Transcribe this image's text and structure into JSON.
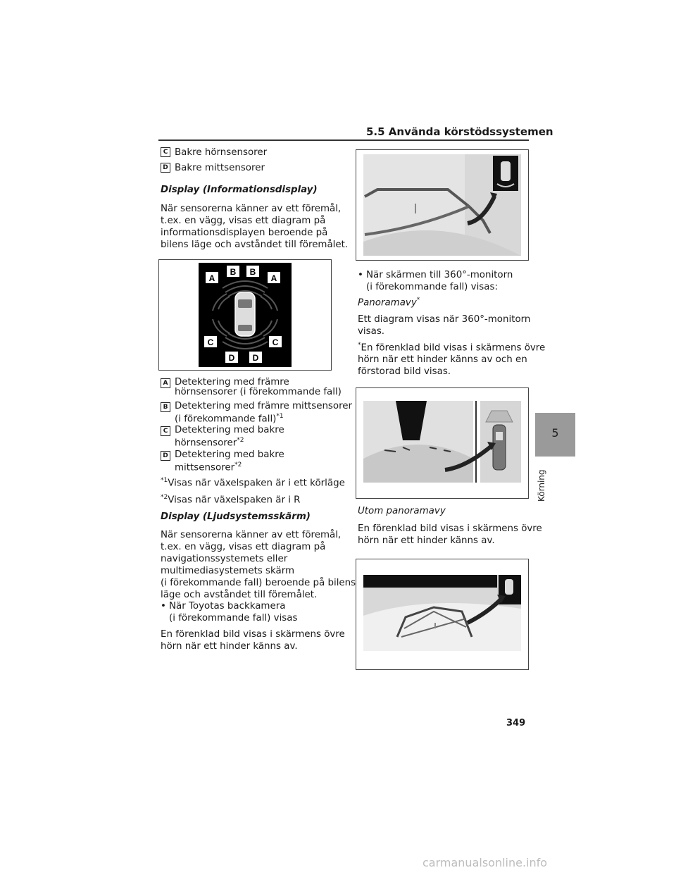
{
  "header": {
    "section": "5.5 Använda körstödssystemen"
  },
  "left": {
    "c_label": "C",
    "c_text": "Bakre hörnsensorer",
    "d_label": "D",
    "d_text": "Bakre mittsensorer",
    "h1": "Display (Informationsdisplay)",
    "p1": [
      "När sensorerna känner av ett föremål,",
      "t.ex. en vägg, visas ett diagram på",
      "informationsdisplayen beroende på",
      "bilens läge och avståndet till föremålet."
    ],
    "fig1_labels": {
      "a": "A",
      "b": "B",
      "c": "C",
      "d": "D"
    },
    "items": [
      {
        "label": "A",
        "l1": "Detektering med främre",
        "l2": "hörnsensorer (i förekommande fall)",
        "sup": ""
      },
      {
        "label": "B",
        "l1": "Detektering med främre mittsensorer",
        "l2": "(i förekommande fall)",
        "sup": "*1"
      },
      {
        "label": "C",
        "l1": "Detektering med bakre",
        "l2": "hörnsensorer",
        "sup": "*2"
      },
      {
        "label": "D",
        "l1": "Detektering med bakre",
        "l2": "mittsensorer",
        "sup": "*2"
      }
    ],
    "fn1_mark": "*1",
    "fn1": "Visas när växelspaken är i ett körläge",
    "fn2_mark": "*2",
    "fn2": "Visas när växelspaken är i R",
    "h2": "Display (Ljudsystemsskärm)",
    "p2": [
      "När sensorerna känner av ett föremål,",
      "t.ex. en vägg, visas ett diagram på",
      "navigationssystemets eller",
      "multimediasystemets skärm",
      "(i förekommande fall) beroende på bilens",
      "läge och avståndet till föremålet."
    ],
    "bullet_dot": "•",
    "b1": [
      "När Toyotas backkamera",
      "(i förekommande fall) visas"
    ],
    "p3": [
      "En förenklad bild visas i skärmens övre",
      "hörn när ett hinder känns av."
    ]
  },
  "right": {
    "bullet_dot": "•",
    "b2": [
      "När skärmen till 360°-monitorn",
      "(i förekommande fall) visas:"
    ],
    "h3": "Panoramavy",
    "h3_sup": "*",
    "p4": [
      "Ett diagram visas när 360°-monitorn",
      "visas."
    ],
    "fn_mark": "*",
    "p5": [
      "En förenklad bild visas i skärmens övre",
      "hörn när ett hinder känns av och en",
      "förstorad bild visas."
    ],
    "h4": "Utom panoramavy",
    "p6": [
      "En förenklad bild visas i skärmens övre",
      "hörn när ett hinder känns av."
    ]
  },
  "tab": {
    "number": "5",
    "text": "Körning"
  },
  "page_number": "349",
  "watermark": "carmanualsonline.info"
}
